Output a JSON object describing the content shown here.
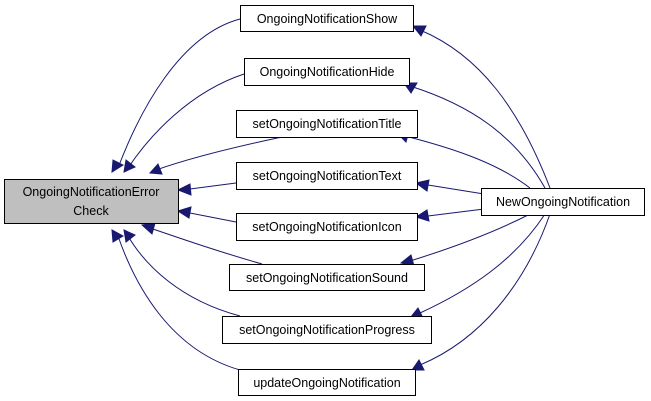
{
  "graph": {
    "root": {
      "line1": "OngoingNotificationError",
      "line2": "Check"
    },
    "callers": [
      "OngoingNotificationShow",
      "OngoingNotificationHide",
      "setOngoingNotificationTitle",
      "setOngoingNotificationText",
      "setOngoingNotificationIcon",
      "setOngoingNotificationSound",
      "setOngoingNotificationProgress",
      "updateOngoingNotification"
    ],
    "entry": "NewOngoingNotification"
  },
  "colors": {
    "edge": "#191970",
    "root_fill": "#bfbfbf",
    "node_fill": "#ffffff",
    "border": "#000000"
  }
}
